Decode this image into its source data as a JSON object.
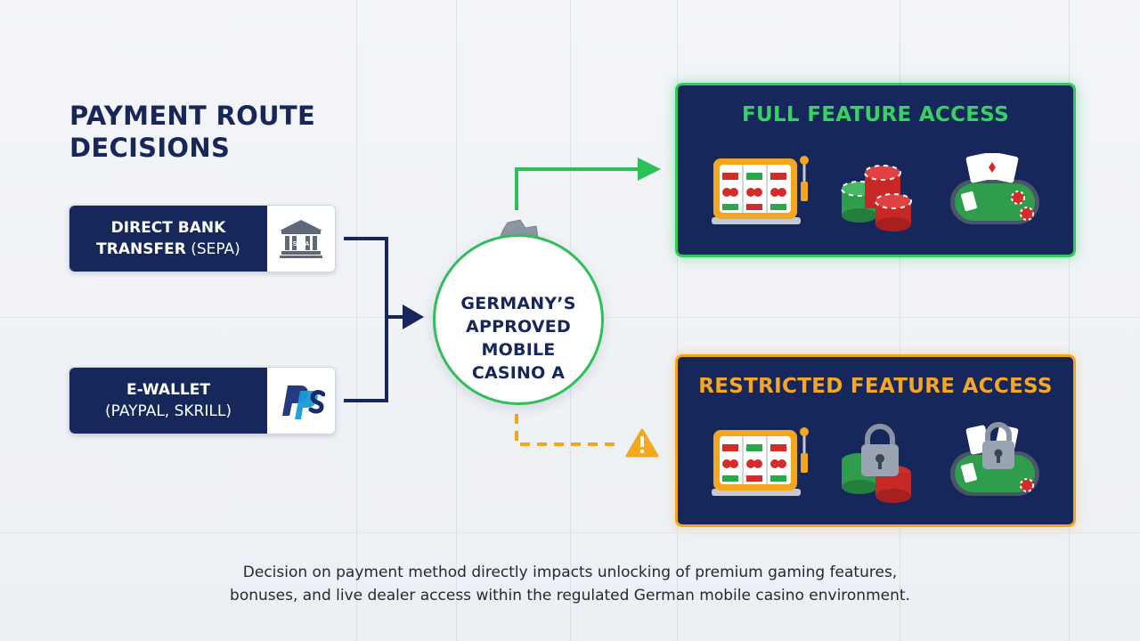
{
  "title": {
    "line1": "PAYMENT ROUTE",
    "line2": "DECISIONS"
  },
  "payment_methods": [
    {
      "name_line1": "DIRECT BANK",
      "name_line2_strong": "TRANSFER",
      "name_line2_light": " (SEPA)",
      "logo_text": "SEPA",
      "icon": "bank-icon"
    },
    {
      "name_line1": "E-WALLET",
      "name_line2_light": "(PAYPAL, SKRILL)",
      "icon": "paypal-skrill-logo"
    }
  ],
  "hub": {
    "lines": [
      "GERMANY’S",
      "APPROVED",
      "MOBILE",
      "CASINO A"
    ],
    "icon": "germany-map-icon"
  },
  "outcomes": {
    "full": {
      "title": "FULL FEATURE ACCESS",
      "color": "#36d262",
      "items": [
        "slot-machine-icon",
        "casino-chips-icon",
        "card-table-icon"
      ]
    },
    "restricted": {
      "title": "RESTRICTED FEATURE ACCESS",
      "color": "#f6a623",
      "warning_icon": "warning-icon",
      "items": [
        "slot-machine-icon",
        "locked-chips-icon",
        "locked-card-table-icon"
      ]
    }
  },
  "caption": {
    "line1": "Decision on payment method directly impacts unlocking of premium gaming features,",
    "line2": "bonuses, and live dealer access within the regulated German mobile casino environment."
  }
}
